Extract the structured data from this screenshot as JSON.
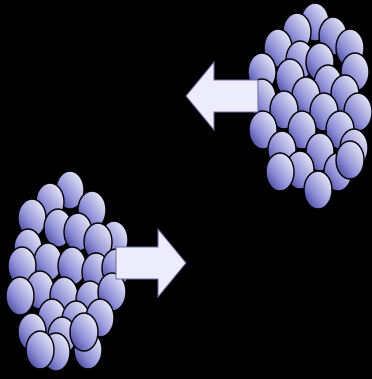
{
  "diagram": {
    "background_color": "#000000",
    "cluster_fill_light": "#ffffff",
    "cluster_fill_mid": "#9090d8",
    "cluster_fill_dark": "#2e2e8c",
    "cluster_stroke": "#000000",
    "arrow_fill": "#ececfd",
    "arrow_stroke": "#6a6aa0",
    "clusters": [
      {
        "name": "right-cluster",
        "count": 28
      },
      {
        "name": "left-cluster",
        "count": 28
      }
    ],
    "arrows": [
      {
        "name": "left-arrow",
        "direction": "left"
      },
      {
        "name": "right-arrow",
        "direction": "right"
      }
    ]
  }
}
